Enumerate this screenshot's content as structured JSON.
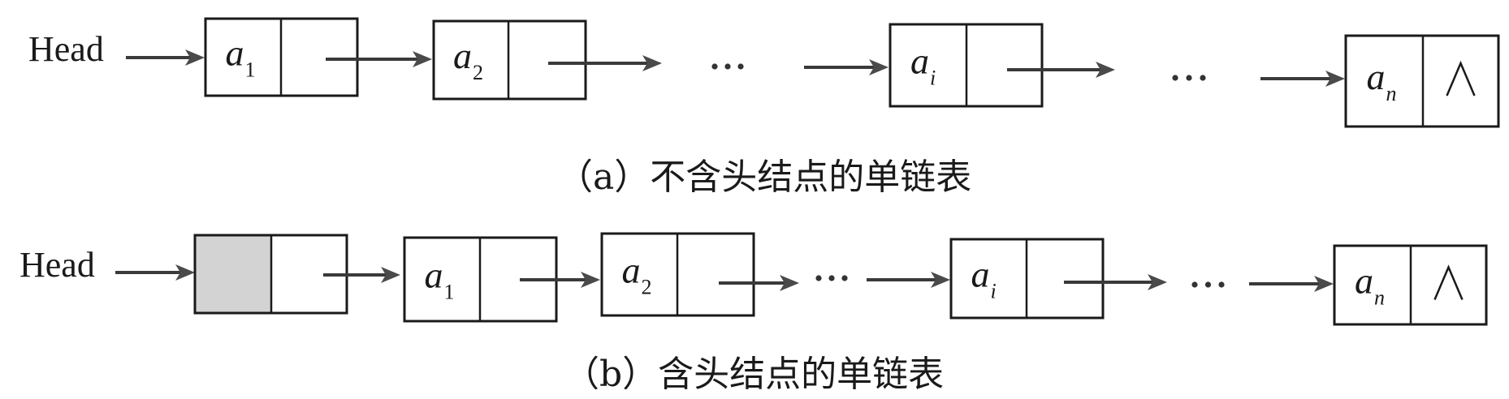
{
  "diagram": {
    "title": "Singly linked list with and without head node",
    "colors": {
      "stroke": "#1a1a1a",
      "arrow": "#3a3a3a",
      "head_node_fill": "#d3d3d3",
      "background": "#ffffff"
    },
    "panels": [
      {
        "id": "a",
        "head_pointer_label": "Head",
        "caption": "（a）不含头结点的单链表",
        "has_head_node": false,
        "sequence": [
          {
            "kind": "node",
            "data": "a",
            "sub": "1",
            "sub_style": "upright",
            "next": "pointer"
          },
          {
            "kind": "node",
            "data": "a",
            "sub": "2",
            "sub_style": "upright",
            "next": "pointer"
          },
          {
            "kind": "ellipsis",
            "text": "…"
          },
          {
            "kind": "node",
            "data": "a",
            "sub": "i",
            "sub_style": "italic",
            "next": "pointer"
          },
          {
            "kind": "ellipsis",
            "text": "…"
          },
          {
            "kind": "node",
            "data": "a",
            "sub": "n",
            "sub_style": "italic",
            "next": "null",
            "null_symbol": "∧"
          }
        ]
      },
      {
        "id": "b",
        "head_pointer_label": "Head",
        "caption": "（b）含头结点的单链表",
        "has_head_node": true,
        "sequence": [
          {
            "kind": "head-node",
            "data": "",
            "next": "pointer"
          },
          {
            "kind": "node",
            "data": "a",
            "sub": "1",
            "sub_style": "upright",
            "next": "pointer"
          },
          {
            "kind": "node",
            "data": "a",
            "sub": "2",
            "sub_style": "upright",
            "next": "pointer"
          },
          {
            "kind": "ellipsis",
            "text": "…"
          },
          {
            "kind": "node",
            "data": "a",
            "sub": "i",
            "sub_style": "italic",
            "next": "pointer"
          },
          {
            "kind": "ellipsis",
            "text": "…"
          },
          {
            "kind": "node",
            "data": "a",
            "sub": "n",
            "sub_style": "italic",
            "next": "null",
            "null_symbol": "∧"
          }
        ]
      }
    ]
  }
}
